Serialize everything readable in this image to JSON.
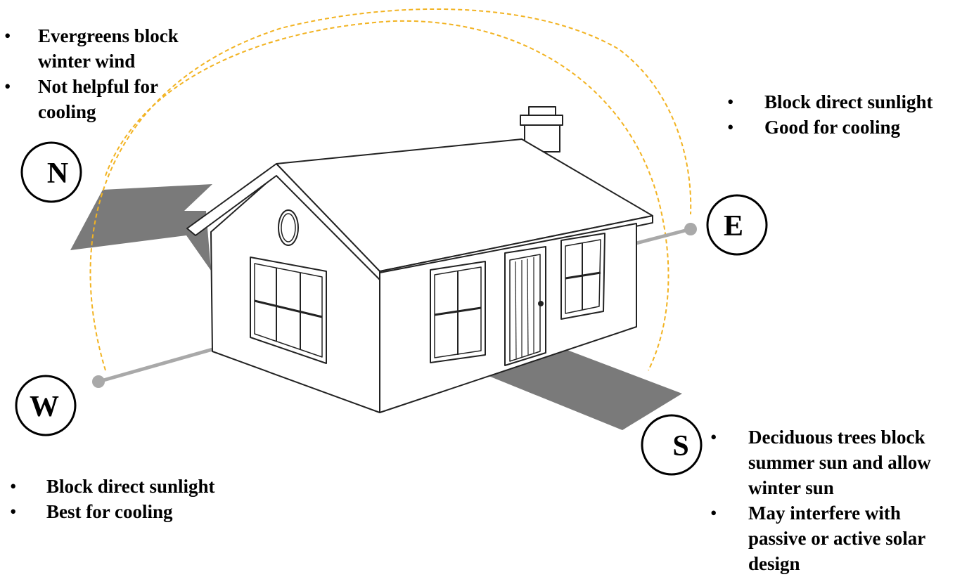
{
  "compass": {
    "north": "N",
    "east": "E",
    "west": "W",
    "south": "S"
  },
  "notes": {
    "north": [
      "Evergreens block winter wind",
      "Not helpful for cooling"
    ],
    "east": [
      "Block direct sunlight",
      "Good for cooling"
    ],
    "west": [
      "Block direct sunlight",
      "Best for cooling"
    ],
    "south": [
      "Deciduous trees block summer sun and allow winter sun",
      "May interfere with passive or active solar design"
    ]
  },
  "colors": {
    "sun_path": "#f2b322",
    "shadow": "#7a7a7a",
    "pointer": "#a9a9a9",
    "outline": "#222222"
  }
}
